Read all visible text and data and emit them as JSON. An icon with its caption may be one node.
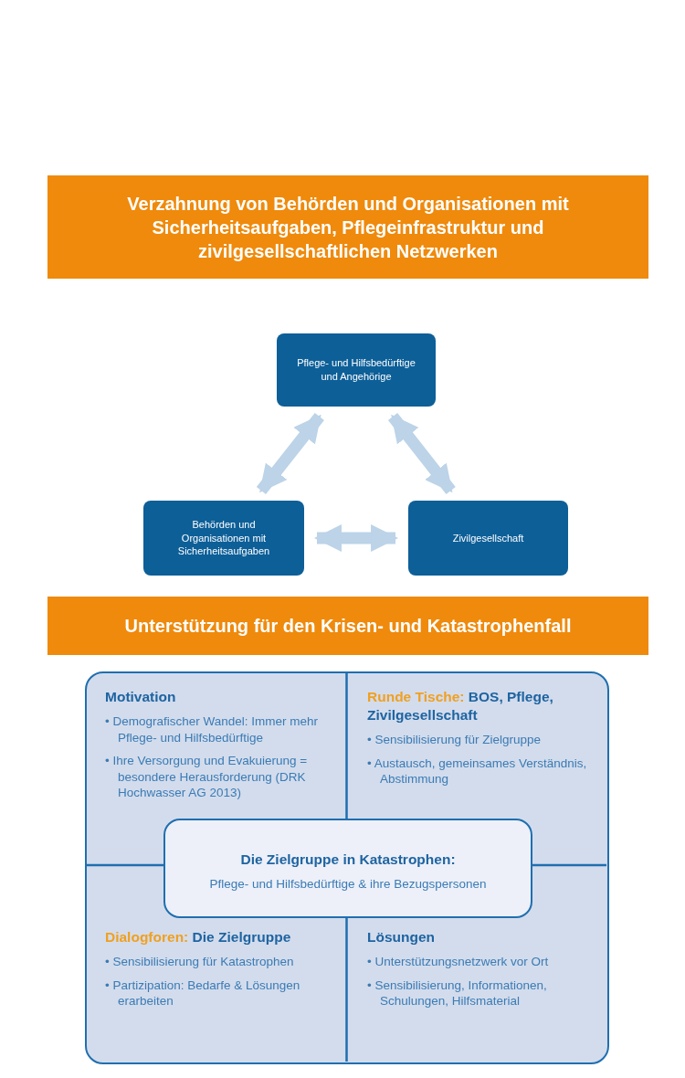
{
  "diagram": {
    "nodes": [
      {
        "text": [
          "Verzahnung von Behörden und Organisationen mit Sicherheitsaufgaben, Pflegeinfrastruktur und zivilgesellschaftlichen Netzwerken"
        ]
      },
      {
        "text": [
          "Pflege- und Hilfsbedürftige und Angehörige"
        ]
      },
      {
        "text": [
          "Behörden und Organisationen mit Sicherheitsaufgaben"
        ]
      },
      {
        "text": [
          "Zivilgesellschaft"
        ]
      },
      {
        "text": [
          "Unterstützung für den Krisen- und Katastrophenfall"
        ]
      },
      {
        "text": [],
        "shape": "box"
      },
      {
        "text": [
          "Motivation",
          "• Demografischer Wandel: Immer mehr Pflege- und Hilfsbedürftige",
          "• Ihre Versorgung und Evakuierung = besondere Herausforderung (DRK Hochwasser AG 2013)"
        ],
        "in": 5
      },
      {
        "text": [
          "Runde Tische:",
          "BOS, Pflege, Zivilgesellschaft",
          "• Sensibilisierung für Zielgruppe",
          "• Austausch, gemeinsames Verständnis, Abstimmung"
        ],
        "in": 5
      },
      {
        "text": [
          "Die Zielgruppe in Katastrophen:",
          "Pflege- und Hilfsbedürftige & ihre Bezugspersonen"
        ],
        "in": 5
      },
      {
        "text": [
          "Dialogforen:",
          "Die Zielgruppe",
          "• Sensibilisierung für Katastrophen",
          "• Partizipation: Bedarfe & Lösungen erarbeiten"
        ],
        "in": 5
      },
      {
        "text": [
          "Lösungen",
          "• Unterstützungsnetzwerk vor Ort",
          "• Sensibilisierung, Informationen, Schulungen, Hilfsmaterial"
        ],
        "in": 5
      }
    ],
    "edges": [
      {
        "from": 1,
        "to": 2,
        "arrow": "both"
      },
      {
        "from": 1,
        "to": 3,
        "arrow": "both"
      },
      {
        "from": 2,
        "to": 3,
        "arrow": "both"
      }
    ]
  }
}
